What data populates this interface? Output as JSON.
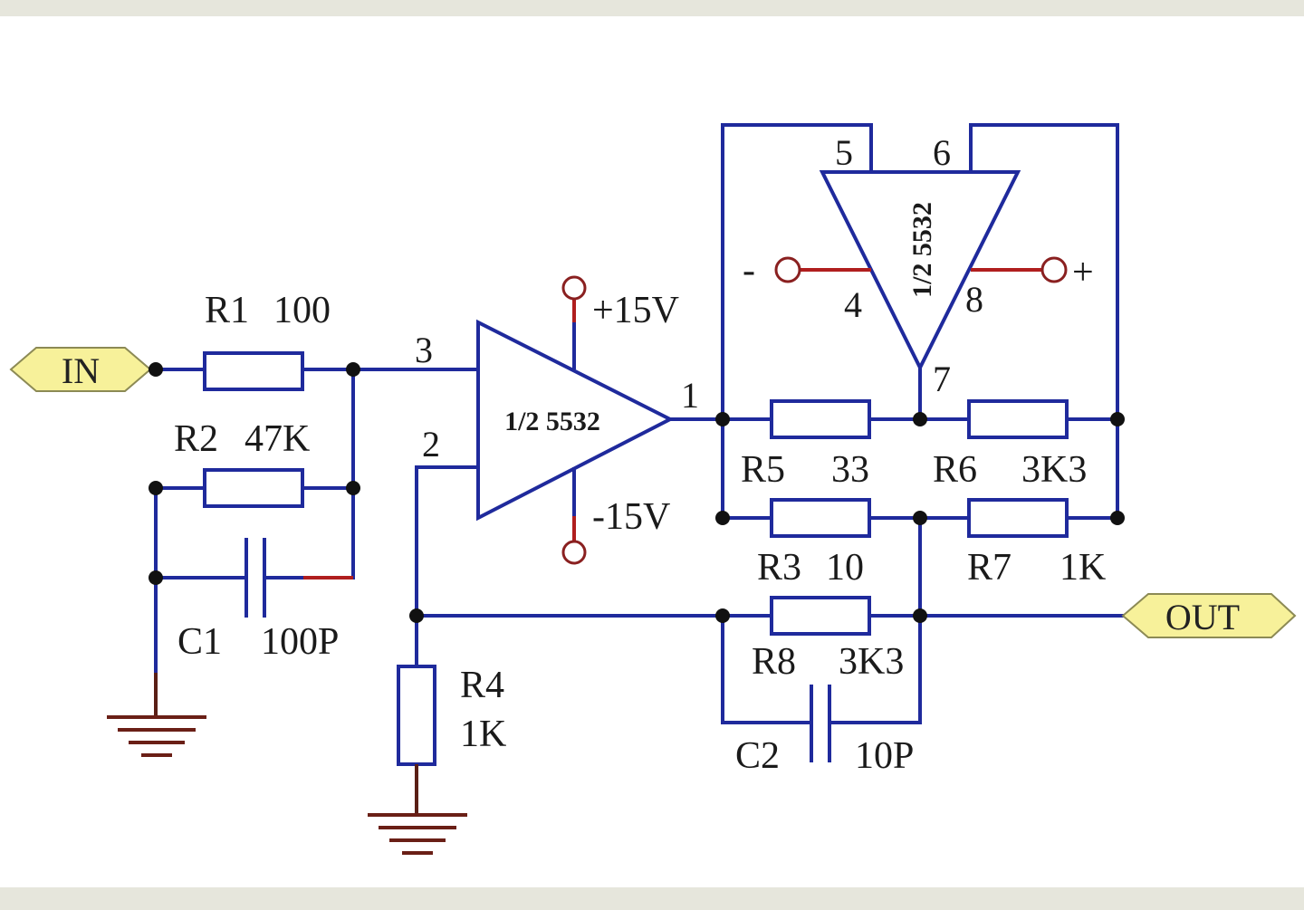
{
  "ports": {
    "input": "IN",
    "output": "OUT"
  },
  "rails": {
    "positive": "+15V",
    "negative": "-15V",
    "minus_sign": "-",
    "plus_sign": "+"
  },
  "opamps": [
    {
      "label": "1/2 5532",
      "pins": {
        "non_inverting": "3",
        "inverting": "2",
        "output": "1"
      }
    },
    {
      "label": "1/2 5532",
      "pins": {
        "p5": "5",
        "p6": "6",
        "p4": "4",
        "p8": "8",
        "p7": "7"
      }
    }
  ],
  "components": {
    "r1": {
      "ref": "R1",
      "value": "100"
    },
    "r2": {
      "ref": "R2",
      "value": "47K"
    },
    "c1": {
      "ref": "C1",
      "value": "100P"
    },
    "r4": {
      "ref": "R4",
      "value": "1K"
    },
    "r5": {
      "ref": "R5",
      "value": "33"
    },
    "r6": {
      "ref": "R6",
      "value": "3K3"
    },
    "r3": {
      "ref": "R3",
      "value": "10"
    },
    "r7": {
      "ref": "R7",
      "value": "1K"
    },
    "r8": {
      "ref": "R8",
      "value": "3K3"
    },
    "c2": {
      "ref": "C2",
      "value": "10P"
    }
  },
  "colors": {
    "wire": "#1f2a9c",
    "port_fill": "#f7f19a",
    "ground": "#6a1f16",
    "background": "#e6e6dc"
  }
}
